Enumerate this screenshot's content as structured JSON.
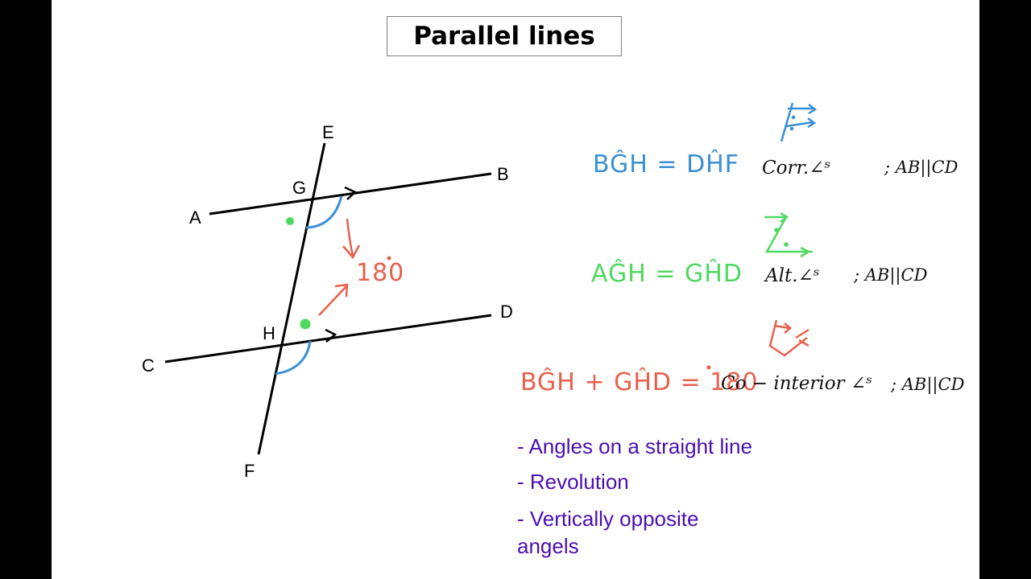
{
  "title": "Parallel lines",
  "points": {
    "A": "A",
    "B": "B",
    "C": "C",
    "D": "D",
    "E": "E",
    "F": "F",
    "G": "G",
    "H": "H"
  },
  "annotations": {
    "sum": "180"
  },
  "relations": [
    {
      "lhs": "BĜH = DĤF",
      "reason": "Corr.∠ˢ",
      "condition": "; AB||CD",
      "color": "#3a8fd6"
    },
    {
      "lhs": "AĜH = GĤD",
      "reason": "Alt.∠ˢ",
      "condition": "; AB||CD",
      "color": "#4fd860"
    },
    {
      "lhs": "BĜH + GĤD = 180",
      "reason": "Co − interior ∠ˢ",
      "condition": "; AB||CD",
      "color": "#e8604c"
    }
  ],
  "properties": [
    "- Angles on a straight line",
    "- Revolution",
    "- Vertically opposite angels"
  ],
  "colors": {
    "corresponding": "#3a8fd6",
    "alternate": "#4fd860",
    "co_interior": "#e8604c",
    "properties_text": "#4b0fb0"
  }
}
